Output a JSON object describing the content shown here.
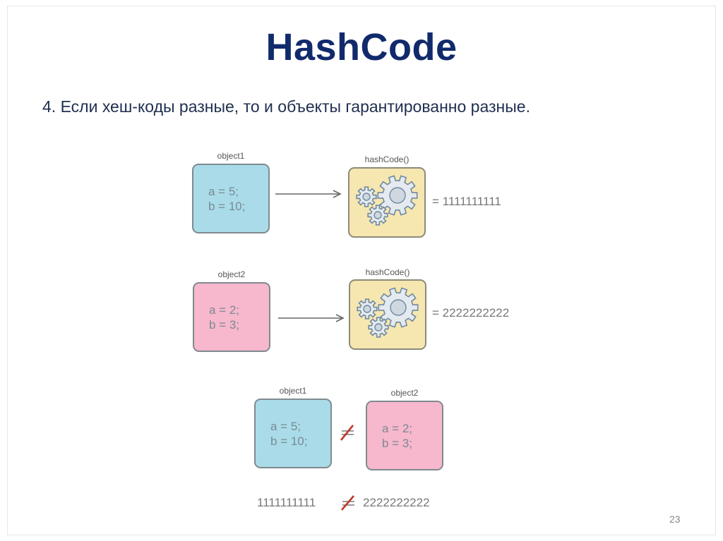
{
  "slide": {
    "title": "HashCode",
    "subtitle": "4. Если хеш-коды разные, то и объекты гарантированно разные.",
    "page_number": "23"
  },
  "rows": [
    {
      "object_caption": "object1",
      "object_lines": [
        "a = 5;",
        "b = 10;"
      ],
      "object_color": "#a9dce8",
      "hash_caption": "hashCode()",
      "result": "= 1111111111"
    },
    {
      "object_caption": "object2",
      "object_lines": [
        "a = 2;",
        "b = 3;"
      ],
      "object_color": "#f7b7cc",
      "hash_caption": "hashCode()",
      "result": "= 2222222222"
    }
  ],
  "comparison": {
    "left_caption": "object1",
    "left_lines": [
      "a = 5;",
      "b = 10;"
    ],
    "right_caption": "object2",
    "right_lines": [
      "a = 2;",
      "b = 3;"
    ],
    "left_hash": "1111111111",
    "right_hash": "2222222222",
    "neq_icon": "not-equal-icon"
  },
  "colors": {
    "title": "#112a6b",
    "blue_box": "#a9dce8",
    "pink_box": "#f7b7cc",
    "hash_box": "#f6e6b0",
    "neq_red": "#c0392b"
  }
}
